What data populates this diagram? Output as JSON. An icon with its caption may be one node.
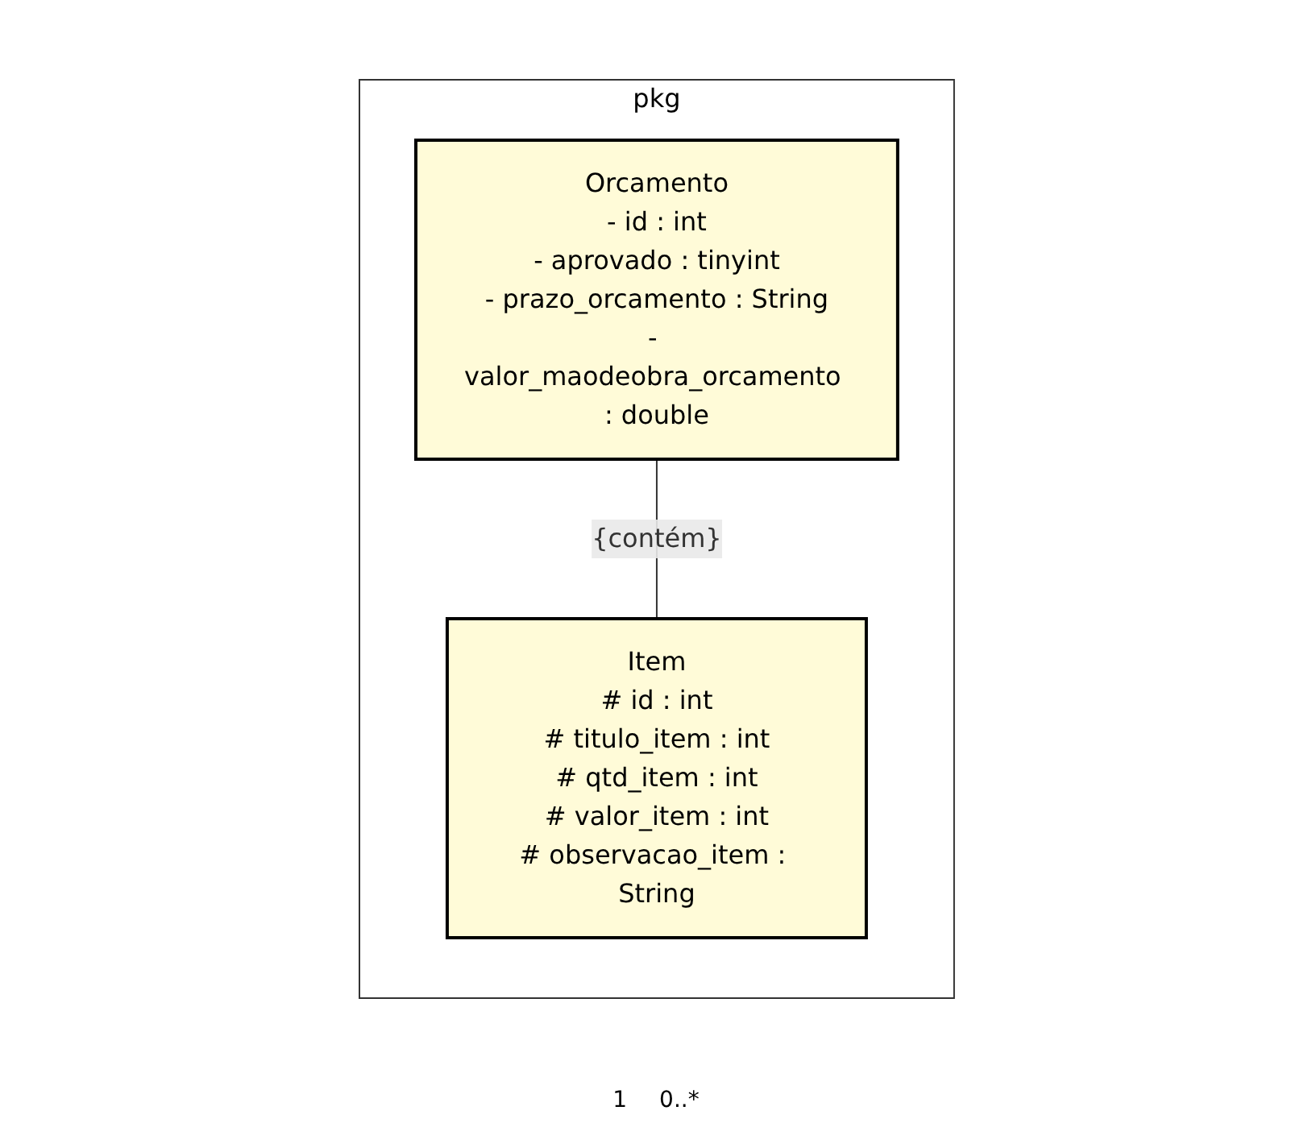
{
  "diagram": {
    "nodes": [
      {
        "text": [
          "pkg"
        ]
      },
      {
        "text": [
          "Orcamento",
          "- id : int",
          "- aprovado : tinyint",
          "- prazo_orcamento : String",
          "- valor_maodeobra_orcamento : double"
        ],
        "in": 0
      },
      {
        "text": [
          "Item",
          "# id : int",
          "# titulo_item : int",
          "# qtd_item : int",
          "# valor_item : int",
          "# observacao_item : String"
        ],
        "in": 0
      }
    ],
    "edges": [
      {
        "from": 1,
        "to": 2,
        "arrow": "none",
        "label": "{contém}"
      }
    ],
    "labels": [
      "1",
      "0..*"
    ]
  }
}
